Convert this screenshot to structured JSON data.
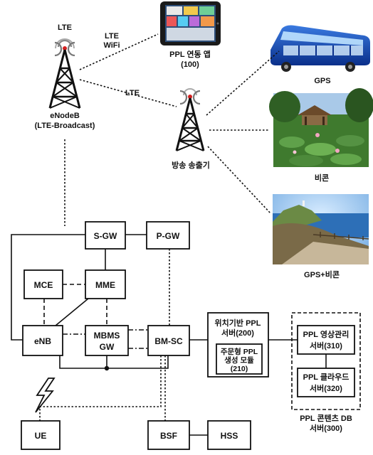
{
  "towers": {
    "enodeb": {
      "top_label": "LTE",
      "name_line1": "eNodeB",
      "name_line2": "(LTE-Broadcast)"
    },
    "broadcaster": {
      "name": "방송 송출기"
    }
  },
  "link_labels": {
    "lte_wifi_line1": "LTE",
    "lte_wifi_line2": "WiFi",
    "lte_mid": "LTE"
  },
  "devices": {
    "tablet": {
      "name_line1": "PPL 연동 앱",
      "name_line2": "(100)"
    },
    "bus": {
      "label": "GPS"
    },
    "garden": {
      "label": "비콘"
    },
    "coast": {
      "label": "GPS+비콘"
    }
  },
  "network_nodes": {
    "sgw": "S-GW",
    "pgw": "P-GW",
    "mce": "MCE",
    "mme": "MME",
    "enb": "eNB",
    "mbms_line1": "MBMS",
    "mbms_line2": "GW",
    "bmsc": "BM-SC",
    "ue": "UE",
    "bsf": "BSF",
    "hss": "HSS"
  },
  "servers": {
    "location_line1": "위치기반 PPL",
    "location_line2": "서버(200)",
    "custom_line1": "주문형 PPL",
    "custom_line2": "생성 모듈",
    "custom_line3": "(210)",
    "video_line1": "PPL 영상관리",
    "video_line2": "서버(310)",
    "cloud_line1": "PPL 클라우드",
    "cloud_line2": "서버(320)",
    "db_line1": "PPL 콘텐츠 DB",
    "db_line2": "서버(300)"
  }
}
